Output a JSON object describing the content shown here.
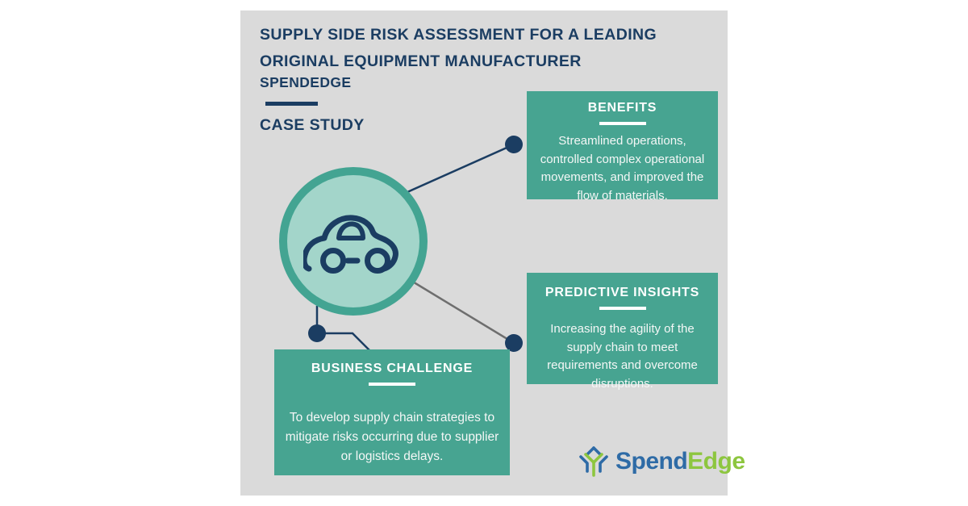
{
  "header": {
    "title": "SUPPLY SIDE RISK ASSESSMENT FOR A LEADING\nORIGINAL EQUIPMENT MANUFACTURER",
    "brand": "SPENDEDGE",
    "subtitle": "CASE STUDY"
  },
  "cards": [
    {
      "id": "benefits",
      "title": "BENEFITS",
      "body": "Streamlined operations, controlled complex operational movements, and improved the flow of materials."
    },
    {
      "id": "predictive-insights",
      "title": "PREDICTIVE INSIGHTS",
      "body": "Increasing the agility of the supply chain to meet requirements and overcome disruptions."
    },
    {
      "id": "business-challenge",
      "title": "BUSINESS CHALLENGE",
      "body": "To develop supply chain strategies to mitigate risks occurring due to supplier or logistics delays."
    }
  ],
  "logo": {
    "part1": "Spend",
    "part2": "Edge"
  },
  "icons": {
    "center_icon": "car-icon",
    "logo_mark": "spendedge-tri-branch-icon"
  },
  "colors": {
    "panel_bg": "#dadada",
    "navy": "#1b3d62",
    "teal_card": "#47a491",
    "circle_ring": "#43a492",
    "circle_fill": "#a3d5ca",
    "connector_gray": "#6e6e6e",
    "logo_blue": "#2e6ba6",
    "logo_green": "#8dc63f"
  }
}
